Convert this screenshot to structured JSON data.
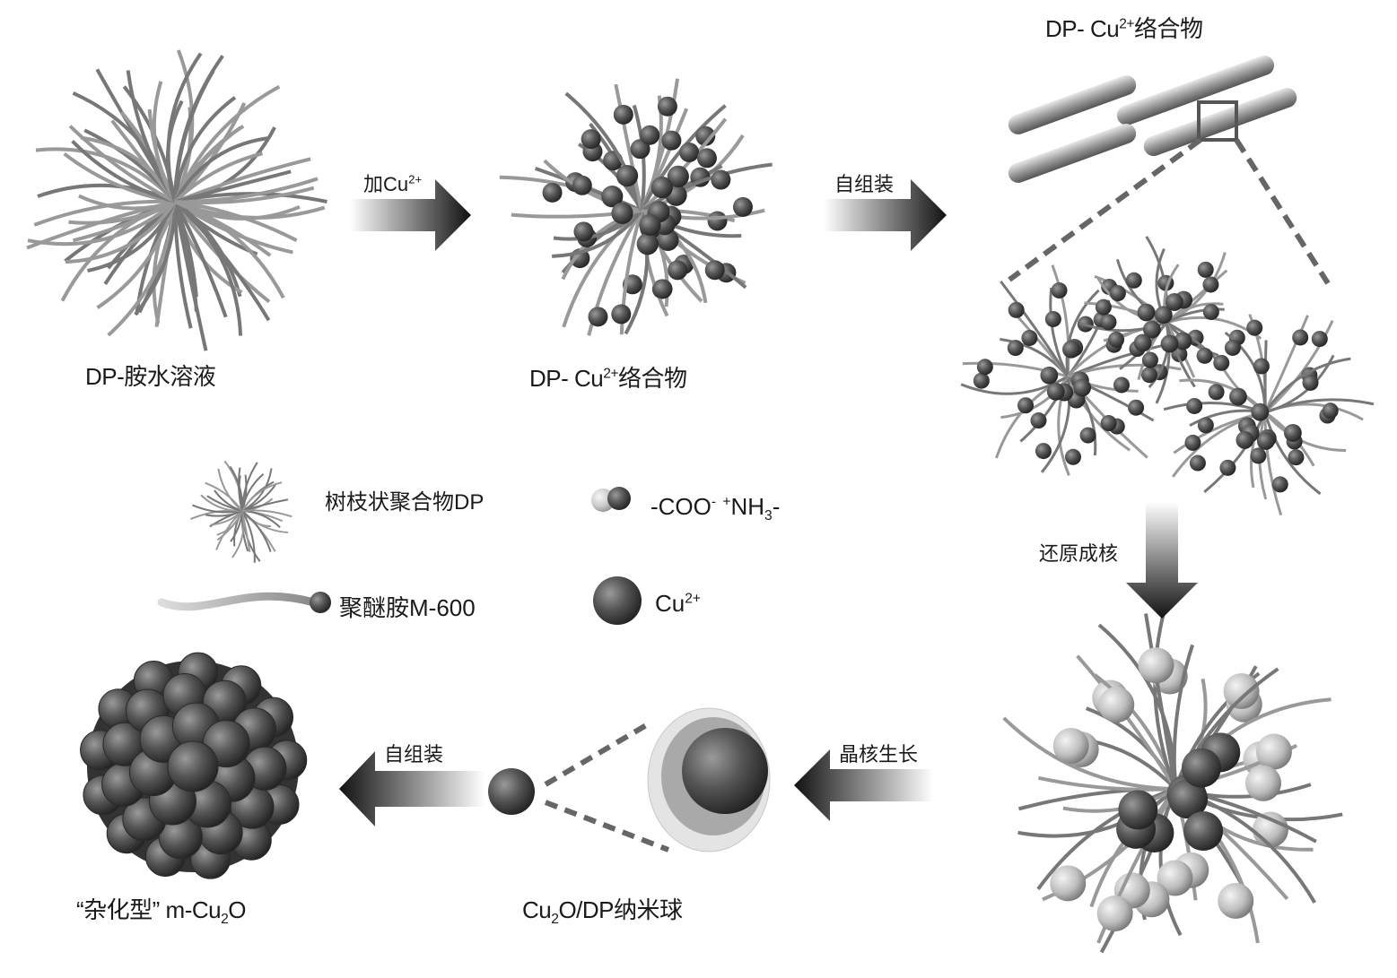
{
  "steps": {
    "dp_amine_solution": {
      "label": "DP-胺水溶液"
    },
    "add_cu": {
      "prefix": "加Cu",
      "sup": "2+"
    },
    "dp_cu_complex": {
      "prefix": "DP- Cu",
      "sup": "2+",
      "suffix": "络合物"
    },
    "self_assembly_1": {
      "label": "自组装"
    },
    "rod_title": {
      "prefix": "DP- Cu",
      "sup": "2+",
      "suffix": "络合物"
    },
    "reduction_nucleation": {
      "label": "还原成核"
    },
    "nucleus_growth": {
      "label": "晶核生长"
    },
    "self_assembly_2": {
      "label": "自组装"
    },
    "nanosphere": {
      "prefix": "Cu",
      "sub": "2",
      "suffix": "O/DP纳米球"
    },
    "hybrid": {
      "prefix": "“杂化型” m-Cu",
      "sub": "2",
      "suffix": "O"
    }
  },
  "legend": {
    "dendritic_polymer": {
      "label": "树枝状聚合物DP"
    },
    "coo_nh3": {
      "prefix": "-COO",
      "sup1": "-",
      "mid": " ",
      "sup2": "+",
      "mid2": "NH",
      "sub": "3",
      "suffix": "-"
    },
    "polyetheramine": {
      "label": "聚醚胺M-600"
    },
    "cu_ion": {
      "prefix": "Cu",
      "sup": "2+"
    }
  },
  "colors": {
    "sphere_dark": "#555555",
    "sphere_light": "#cfcfcf",
    "chain": "#777777",
    "arrow": "#111111"
  }
}
